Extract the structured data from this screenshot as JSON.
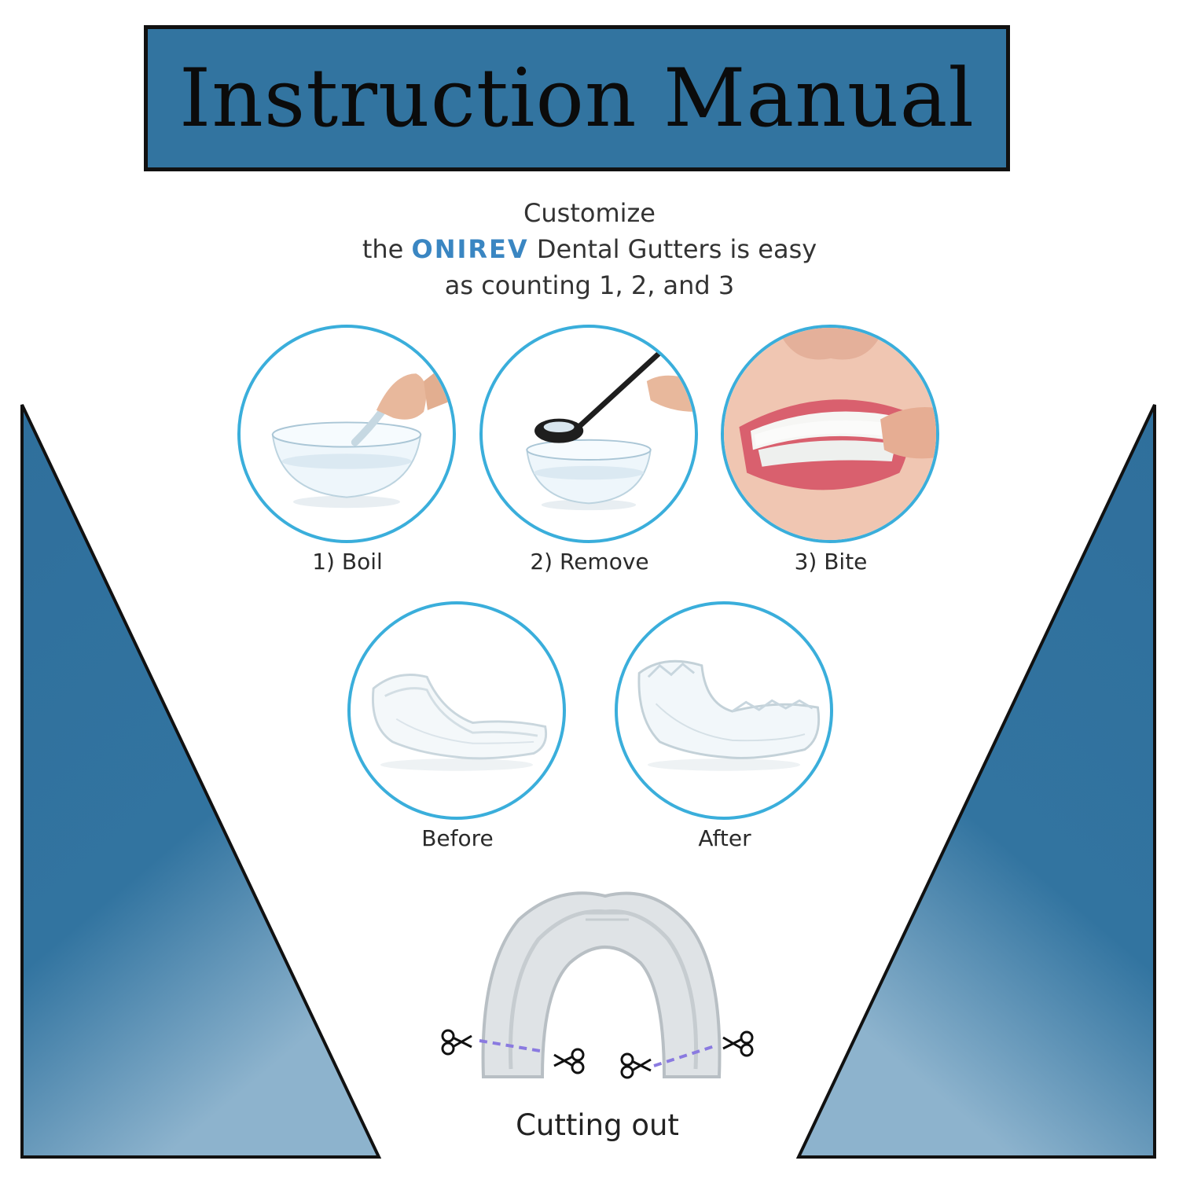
{
  "header": {
    "title": "Instruction Manual"
  },
  "intro": {
    "line1": "Customize",
    "line2_prefix": "the ",
    "brand": "ONIREV",
    "line2_suffix": " Dental Gutters is easy",
    "line3": "as counting 1, 2, and 3"
  },
  "steps": [
    {
      "label": "1) Boil",
      "icon": "bowl-boil-icon"
    },
    {
      "label": "2) Remove",
      "icon": "ladle-remove-icon"
    },
    {
      "label": "3) Bite",
      "icon": "bite-mouth-icon"
    }
  ],
  "comparison": [
    {
      "label": "Before",
      "icon": "guard-before-icon"
    },
    {
      "label": "After",
      "icon": "guard-after-icon"
    }
  ],
  "cutting": {
    "label": "Cutting out",
    "icon": "scissors-icon"
  },
  "colors": {
    "panel_blue": "#3274a0",
    "circle_border": "#3aaedb",
    "brand_blue": "#3a86c2",
    "cut_line": "#8a7ae0"
  }
}
